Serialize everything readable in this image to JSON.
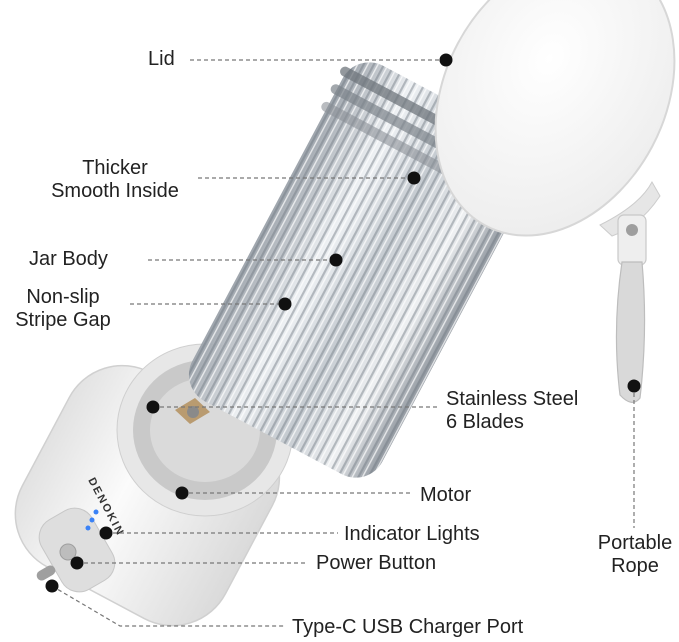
{
  "brand": "DENOKIN",
  "colors": {
    "leader": "#777777",
    "dot": "#111111",
    "text": "#222222",
    "jar": "#d9dde2",
    "body": "#f2f2f2"
  },
  "callouts": {
    "lid": "Lid",
    "thicker_1": "Thicker",
    "thicker_2": "Smooth Inside",
    "jar_body": "Jar Body",
    "nonslip_1": "Non-slip",
    "nonslip_2": "Stripe Gap",
    "blades_1": "Stainless Steel",
    "blades_2": "6 Blades",
    "motor": "Motor",
    "lights": "Indicator Lights",
    "power": "Power Button",
    "port": "Type-C USB Charger Port",
    "rope_1": "Portable",
    "rope_2": "Rope"
  }
}
